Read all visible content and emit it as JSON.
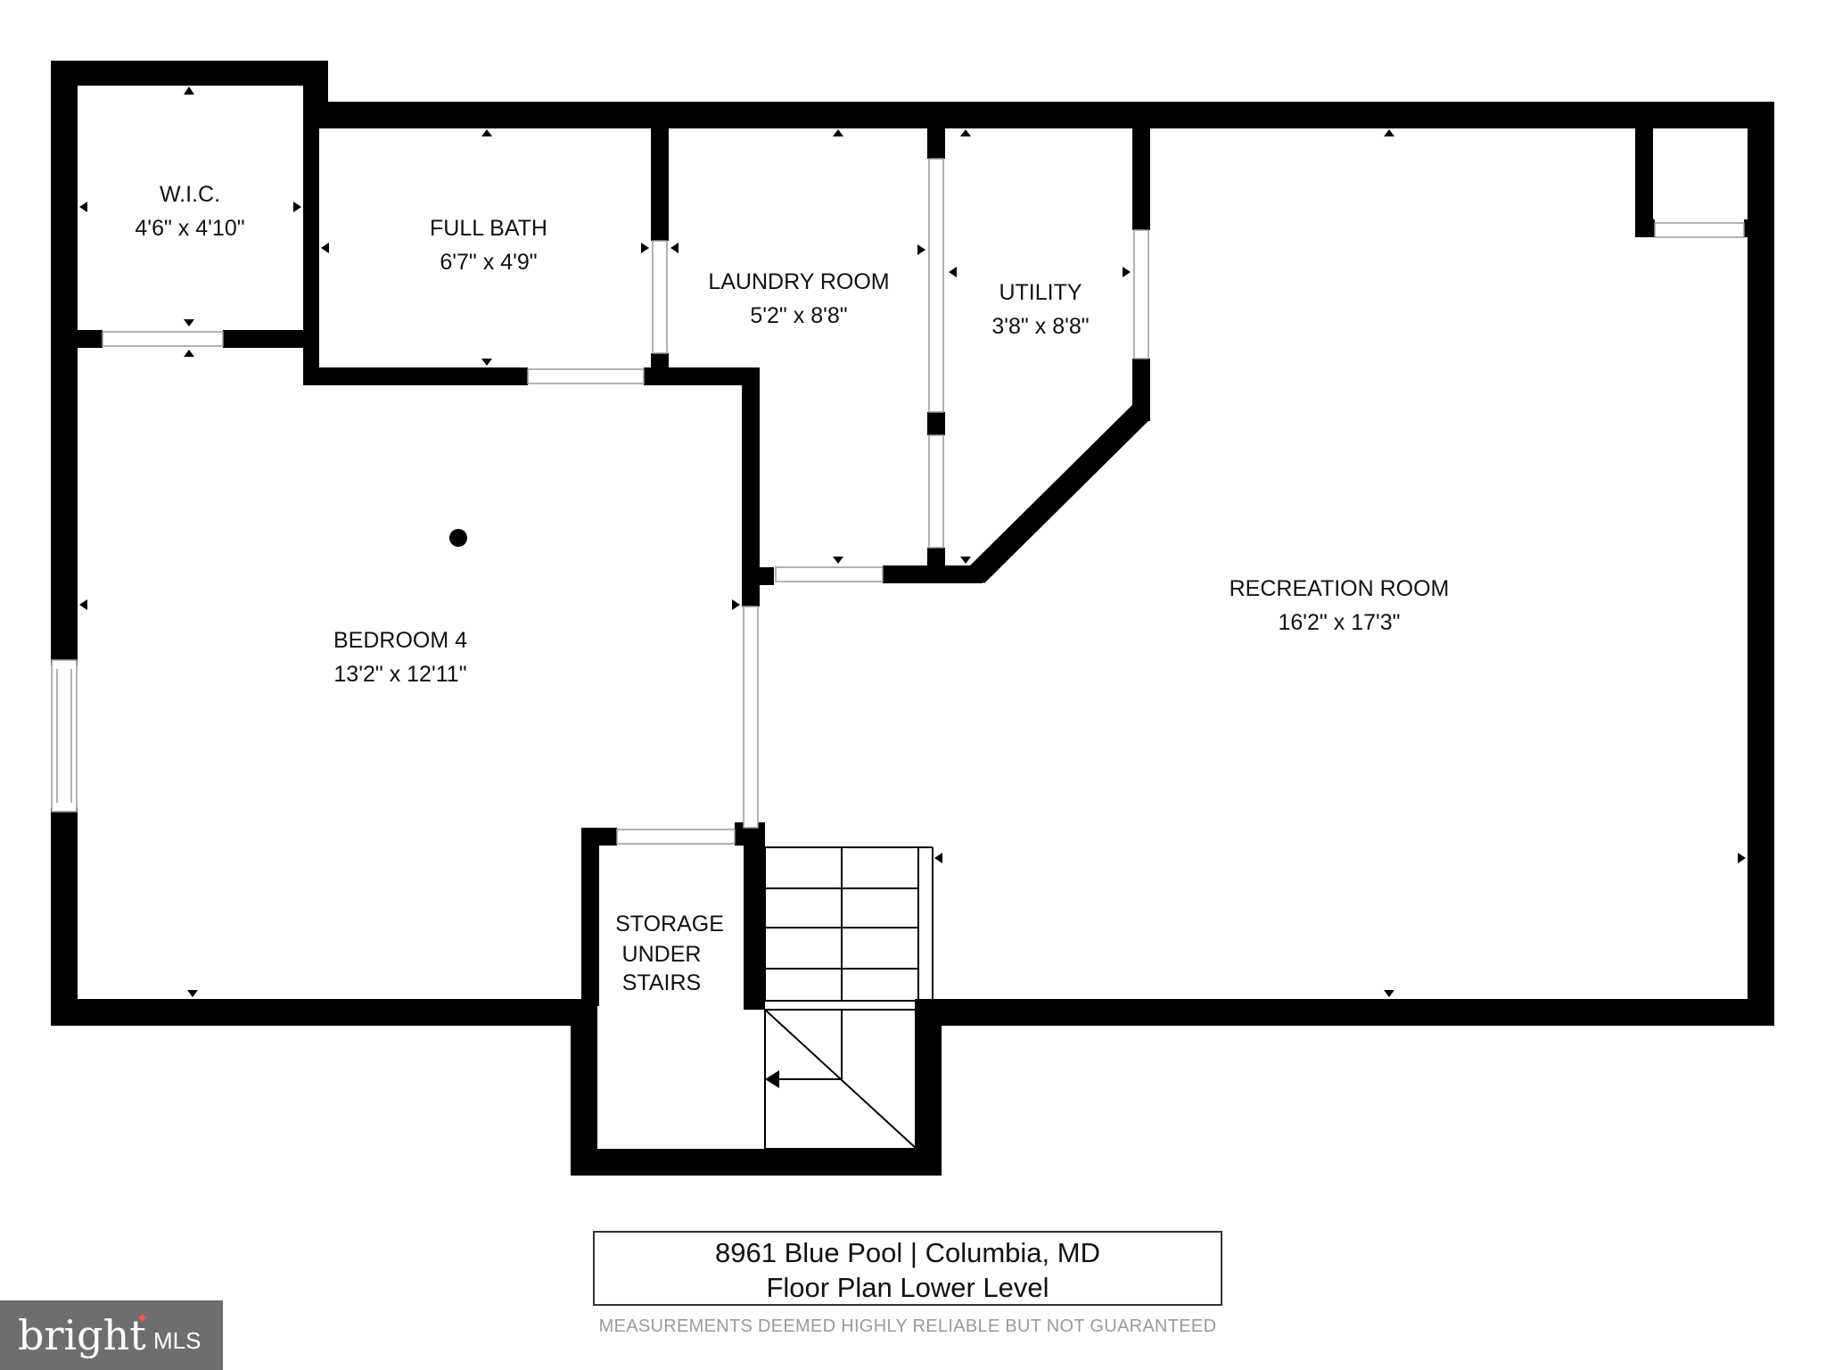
{
  "rooms": [
    {
      "id": "wic",
      "name": "W.I.C.",
      "size": "4'6\" x 4'10\""
    },
    {
      "id": "full-bath",
      "name": "FULL BATH",
      "size": "6'7\" x 4'9\""
    },
    {
      "id": "laundry-room",
      "name": "LAUNDRY ROOM",
      "size": "5'2\" x 8'8\""
    },
    {
      "id": "utility",
      "name": "UTILITY",
      "size": "3'8\" x 8'8\""
    },
    {
      "id": "recreation-room",
      "name": "RECREATION ROOM",
      "size": "16'2\" x 17'3\""
    },
    {
      "id": "bedroom-4",
      "name": "BEDROOM 4",
      "size": "13'2\" x 12'11\""
    },
    {
      "id": "storage",
      "lines": [
        "STORAGE",
        "UNDER",
        "STAIRS"
      ]
    }
  ],
  "caption": {
    "line1": "8961 Blue Pool | Columbia, MD",
    "line2": "Floor Plan Lower Level"
  },
  "disclaimer": "MEASUREMENTS DEEMED HIGHLY RELIABLE BUT NOT GUARANTEED",
  "logo": {
    "word": "bright",
    "suffix": "MLS"
  },
  "colors": {
    "wall": "#000000",
    "background": "#ffffff",
    "logo_bg": "#6e6e6e",
    "disclaimer": "#9a9a9a"
  }
}
